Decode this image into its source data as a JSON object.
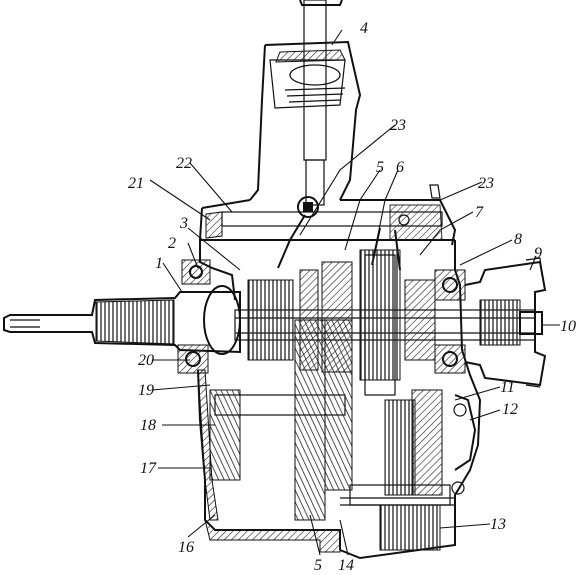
{
  "labels": {
    "l1": "1",
    "l2": "2",
    "l3": "3",
    "l4": "4",
    "l5a": "5",
    "l5b": "5",
    "l6": "6",
    "l7": "7",
    "l8": "8",
    "l9": "9",
    "l10": "10",
    "l11": "11",
    "l12": "12",
    "l13": "13",
    "l14": "14",
    "l16": "16",
    "l17": "17",
    "l18": "18",
    "l19": "19",
    "l20": "20",
    "l21": "21",
    "l22": "22",
    "l23a": "23",
    "l23b": "23"
  },
  "colors": {
    "ink": "#111111",
    "paper": "#ffffff"
  }
}
